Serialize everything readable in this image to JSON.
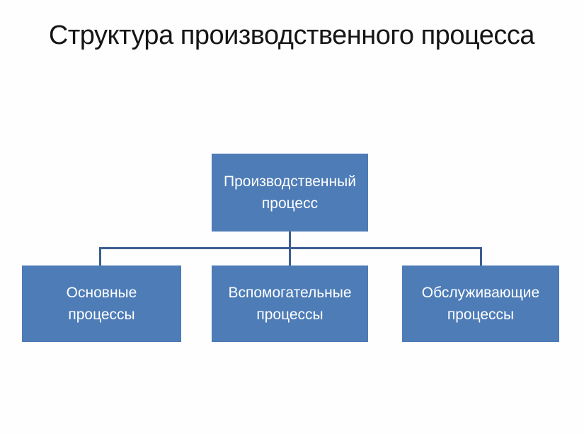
{
  "slide": {
    "title": "Структура производственного процесса"
  },
  "diagram": {
    "type": "org-chart",
    "root": {
      "label": "Производственный процесс"
    },
    "children": [
      {
        "label": "Основные процессы"
      },
      {
        "label": "Вспомогательные процессы"
      },
      {
        "label": "Обслуживающие процессы"
      }
    ]
  },
  "colors": {
    "background": "#fefefe",
    "title_text": "#161616",
    "box_fill": "#4d7cb7",
    "box_text": "#ffffff",
    "connector": "#3c5f91"
  }
}
